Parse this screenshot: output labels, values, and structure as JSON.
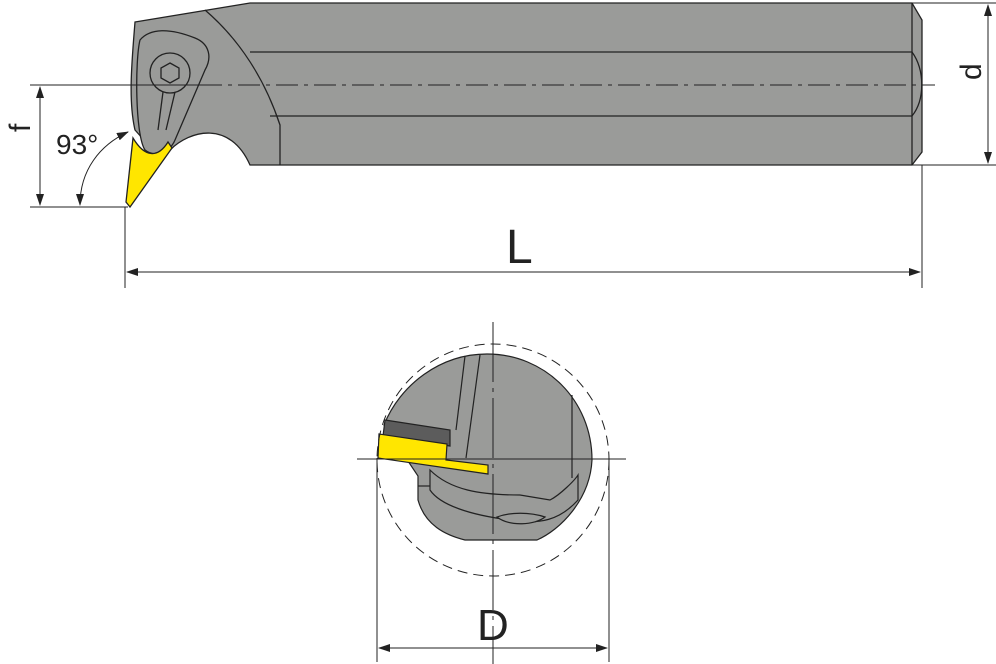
{
  "labels": {
    "f": "f",
    "angle": "93°",
    "d": "d",
    "L": "L",
    "D": "D"
  },
  "colors": {
    "body": "#9a9b99",
    "insert": "#ffe600",
    "shim": "#5c5c5c",
    "line": "#222222"
  }
}
